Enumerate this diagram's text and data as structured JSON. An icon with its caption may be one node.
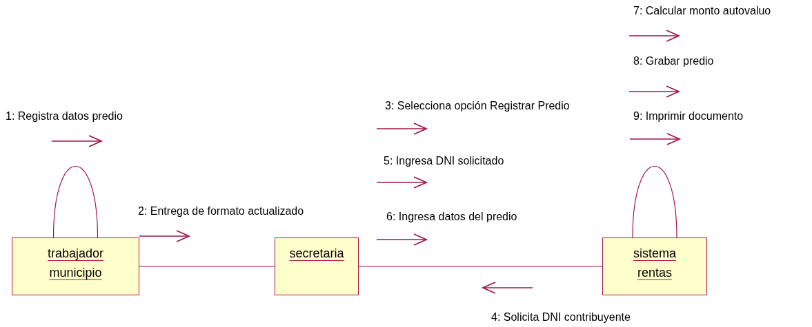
{
  "diagram": {
    "nodes": [
      {
        "text": [
          "trabajador municipio"
        ]
      },
      {
        "text": [
          "secretaria"
        ]
      },
      {
        "text": [
          "sistema rentas"
        ]
      }
    ],
    "edges": [
      {
        "from": 0,
        "to": 0,
        "arrow": "none"
      },
      {
        "from": 0,
        "to": 1,
        "arrow": "none"
      },
      {
        "from": 1,
        "to": 2,
        "arrow": "none"
      },
      {
        "from": 2,
        "to": 2,
        "arrow": "none"
      }
    ],
    "labels": [
      "7: Calcular monto autovaluo",
      "8: Grabar predio",
      "3: Selecciona opción Registrar Predio",
      "1: Registra datos predio",
      "9: Imprimir documento",
      "5: Ingresa DNI solicitado",
      "2: Entrega de formato actualizado",
      "6: Ingresa datos del predio",
      "4: Solicita DNI contribuyente"
    ]
  }
}
